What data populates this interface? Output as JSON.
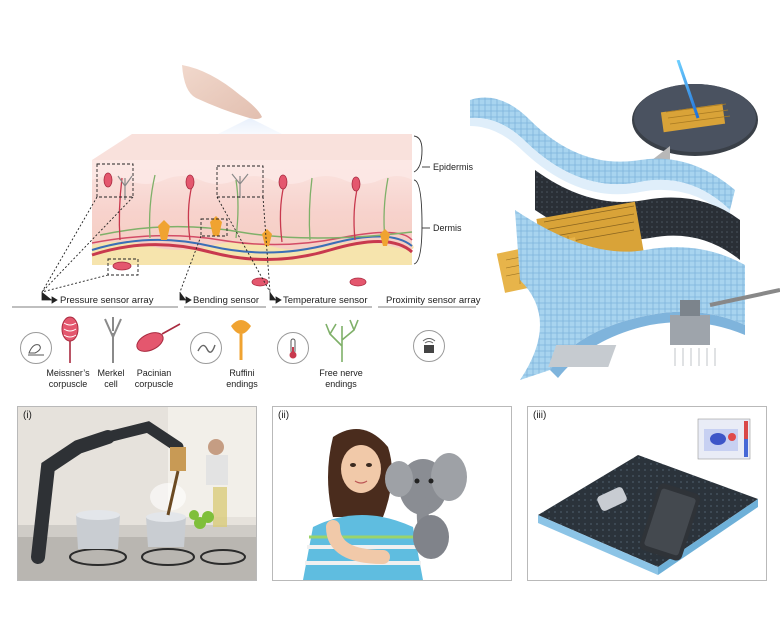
{
  "layers": {
    "epidermis": "Epidermis",
    "dermis": "Dermis"
  },
  "sections": {
    "pressure": "Pressure sensor array",
    "bending": "Bending sensor",
    "temperature": "Temperature sensor",
    "proximity": "Proximity sensor array"
  },
  "receptors": {
    "meissner": "Meissner’s corpuscle",
    "merkel": "Merkel cell",
    "pacinian": "Pacinian corpuscle",
    "ruffini": "Ruffini endings",
    "free_nerve": "Free nerve endings"
  },
  "panels": {
    "i": "(i)",
    "ii": "(ii)",
    "iii": "(iii)"
  },
  "colors": {
    "skin_pink": "#f7d4cf",
    "epidermis_top": "#fbe3df",
    "fat_yellow": "#f6e3a8",
    "nerve_red": "#c8394e",
    "nerve_green": "#7fb069",
    "ruffini_orange": "#f0a331",
    "sensor_blue": "#9fd3ee",
    "gold": "#d9a338"
  }
}
